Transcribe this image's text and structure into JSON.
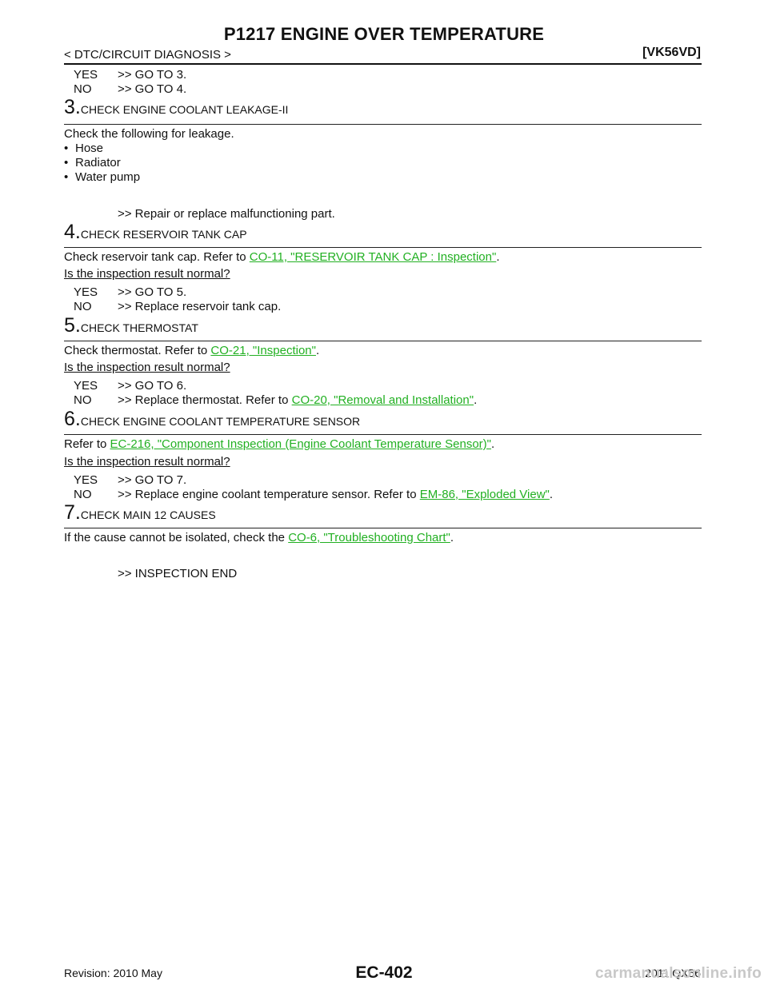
{
  "header": {
    "title": "P1217 ENGINE OVER TEMPERATURE",
    "section": "< DTC/CIRCUIT DIAGNOSIS >",
    "model": "[VK56VD]"
  },
  "top_answers": [
    {
      "key": "YES",
      "text": ">> GO TO 3."
    },
    {
      "key": "NO",
      "text": ">> GO TO 4."
    }
  ],
  "steps": {
    "s3": {
      "num": "3.",
      "heading": "CHECK ENGINE COOLANT LEAKAGE-II",
      "intro": "Check the following for leakage.",
      "bullet_char": "•",
      "items": [
        "Hose",
        "Radiator",
        "Water pump"
      ],
      "result": ">> Repair or replace malfunctioning part."
    },
    "s4": {
      "num": "4.",
      "heading": "CHECK RESERVOIR TANK CAP",
      "text_before": "Check reservoir tank cap. Refer to ",
      "link": "CO-11, \"RESERVOIR TANK CAP : Inspection\"",
      "text_after": ".",
      "question": "Is the inspection result normal?",
      "yes_key": "YES",
      "yes": ">> GO TO 5.",
      "no_key": "NO",
      "no": ">> Replace reservoir tank cap."
    },
    "s5": {
      "num": "5.",
      "heading": "CHECK THERMOSTAT",
      "text_before": "Check thermostat. Refer to ",
      "link": "CO-21, \"Inspection\"",
      "text_after": ".",
      "question": "Is the inspection result normal?",
      "yes_key": "YES",
      "yes": ">> GO TO 6.",
      "no_key": "NO",
      "no_before": ">> Replace thermostat. Refer to ",
      "no_link": "CO-20, \"Removal and Installation\"",
      "no_after": "."
    },
    "s6": {
      "num": "6.",
      "heading": "CHECK ENGINE COOLANT TEMPERATURE SENSOR",
      "text_before": "Refer to ",
      "link": "EC-216, \"Component Inspection (Engine Coolant Temperature Sensor)\"",
      "text_after": ".",
      "question": "Is the inspection result normal?",
      "yes_key": "YES",
      "yes": ">> GO TO 7.",
      "no_key": "NO",
      "no_before": ">> Replace engine coolant temperature sensor. Refer to ",
      "no_link": "EM-86, \"Exploded View\"",
      "no_after": "."
    },
    "s7": {
      "num": "7.",
      "heading": "CHECK MAIN 12 CAUSES",
      "text_before": "If the cause cannot be isolated, check the ",
      "link": "CO-6, \"Troubleshooting Chart\"",
      "text_after": ".",
      "result": ">> INSPECTION END"
    }
  },
  "footer": {
    "revision": "Revision: 2010 May",
    "page": "EC-402",
    "vehicle": "2011 QX56",
    "watermark": "carmanualsonline.info"
  },
  "colors": {
    "link": "#22b022",
    "text": "#111111",
    "watermark": "#c8c8c8"
  }
}
